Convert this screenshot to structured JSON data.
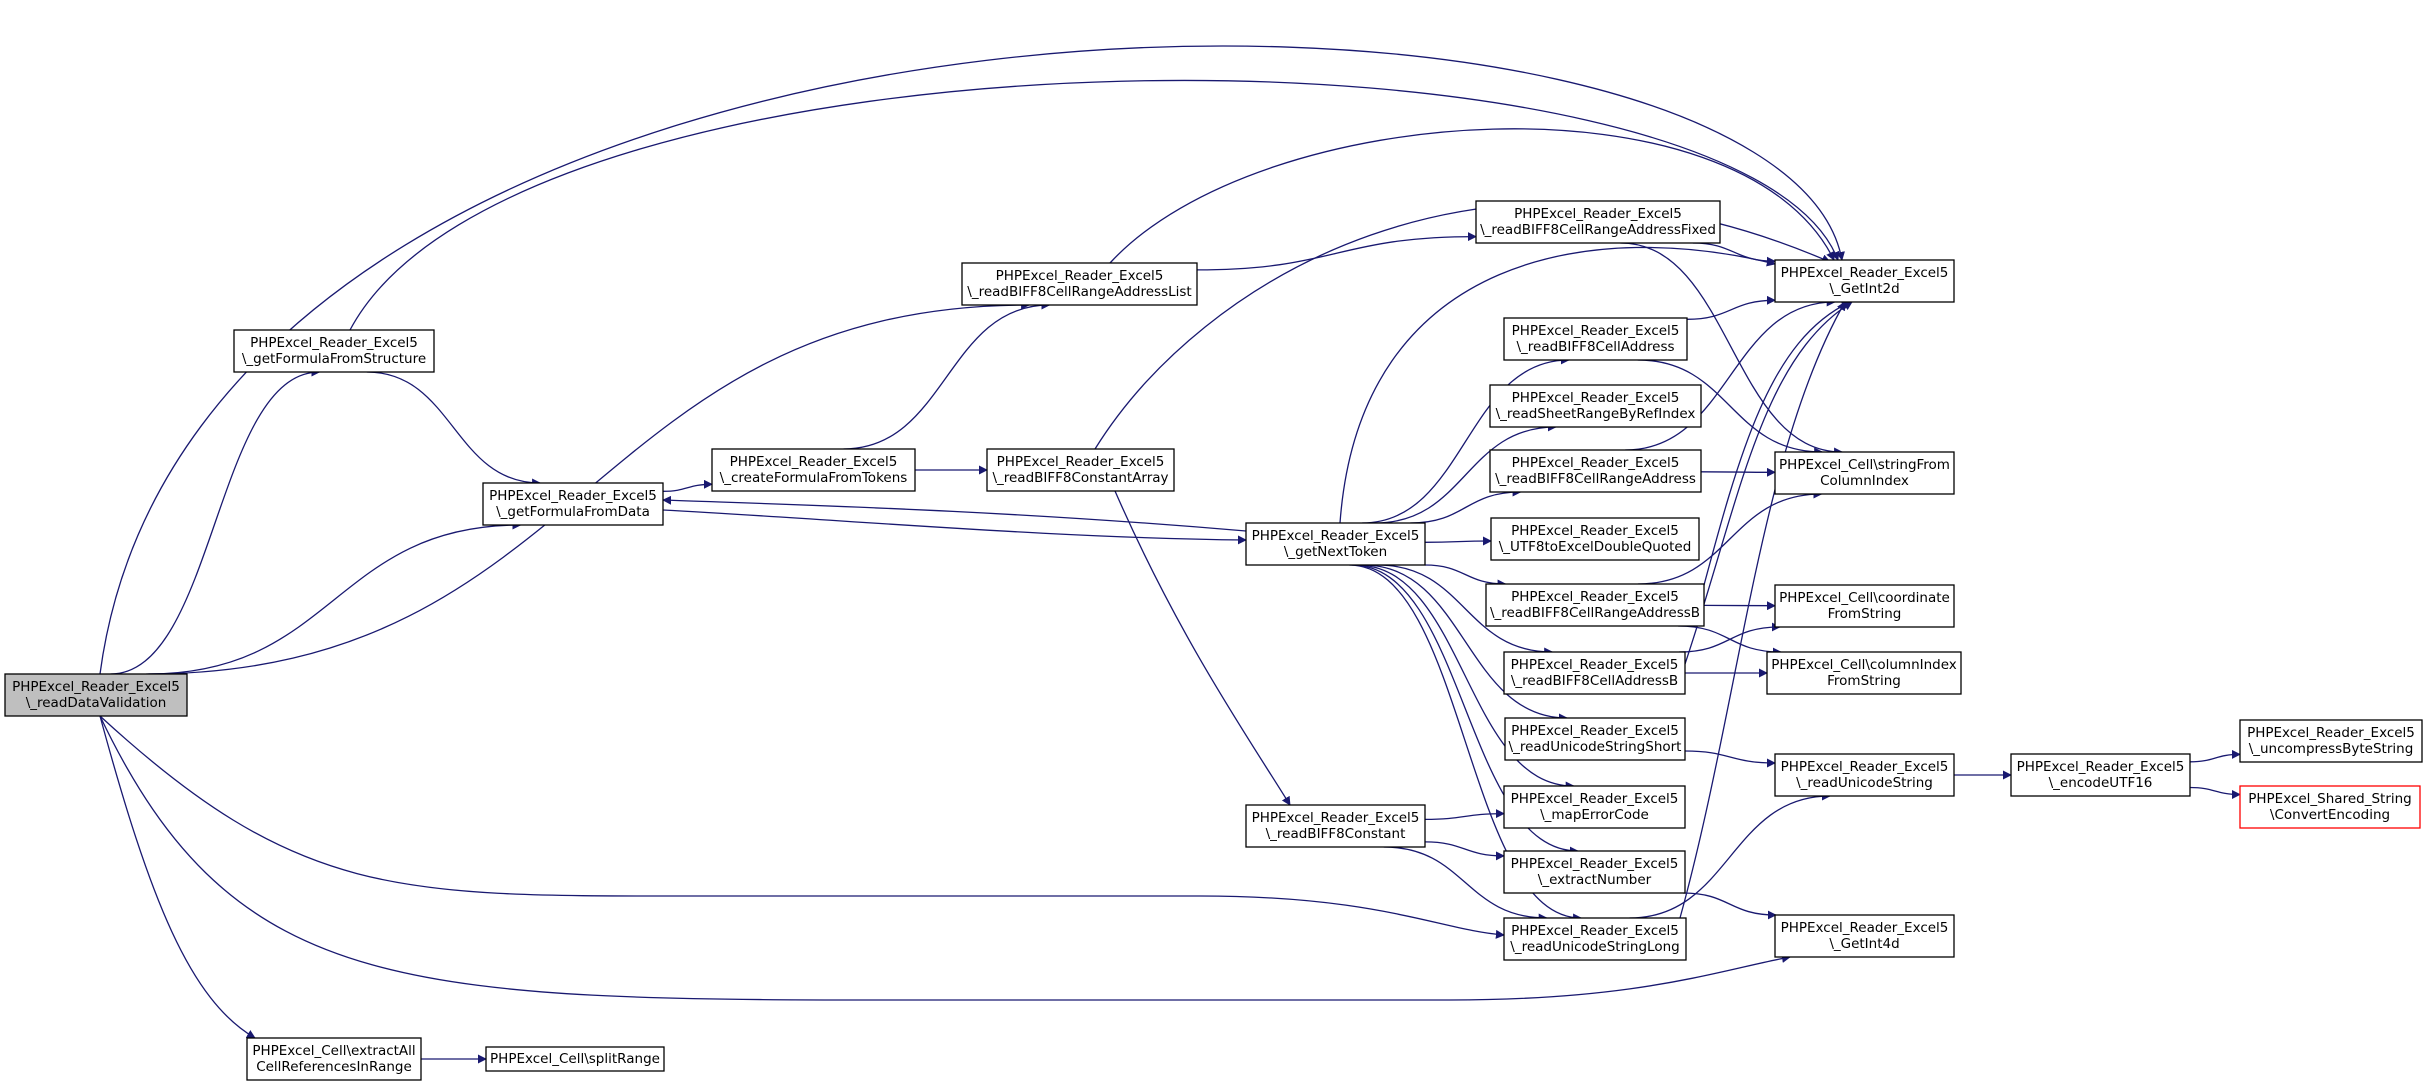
{
  "colors": {
    "edge": "#191970",
    "node_border": "#000000",
    "root_fill": "#bfbfbf",
    "highlight_border": "#ff0000",
    "node_fill": "#ffffff"
  },
  "nodes": [
    {
      "id": "root",
      "lines": [
        "PHPExcel_Reader_Excel5",
        "\\_readDataValidation"
      ],
      "style": "root"
    },
    {
      "id": "gffs",
      "lines": [
        "PHPExcel_Reader_Excel5",
        "\\_getFormulaFromStructure"
      ]
    },
    {
      "id": "gffd",
      "lines": [
        "PHPExcel_Reader_Excel5",
        "\\_getFormulaFromData"
      ]
    },
    {
      "id": "cfft",
      "lines": [
        "PHPExcel_Reader_Excel5",
        "\\_createFormulaFromTokens"
      ]
    },
    {
      "id": "rbcal",
      "lines": [
        "PHPExcel_Reader_Excel5",
        "\\_readBIFF8CellRangeAddressList"
      ]
    },
    {
      "id": "rbca",
      "lines": [
        "PHPExcel_Reader_Excel5",
        "\\_readBIFF8ConstantArray"
      ]
    },
    {
      "id": "gnt",
      "lines": [
        "PHPExcel_Reader_Excel5",
        "\\_getNextToken"
      ]
    },
    {
      "id": "rbc",
      "lines": [
        "PHPExcel_Reader_Excel5",
        "\\_readBIFF8Constant"
      ]
    },
    {
      "id": "rbcraf",
      "lines": [
        "PHPExcel_Reader_Excel5",
        "\\_readBIFF8CellRangeAddressFixed"
      ]
    },
    {
      "id": "rbcad",
      "lines": [
        "PHPExcel_Reader_Excel5",
        "\\_readBIFF8CellAddress"
      ]
    },
    {
      "id": "rsrb",
      "lines": [
        "PHPExcel_Reader_Excel5",
        "\\_readSheetRangeByRefIndex"
      ]
    },
    {
      "id": "rbcra",
      "lines": [
        "PHPExcel_Reader_Excel5",
        "\\_readBIFF8CellRangeAddress"
      ]
    },
    {
      "id": "utf8",
      "lines": [
        "PHPExcel_Reader_Excel5",
        "\\_UTF8toExcelDoubleQuoted"
      ]
    },
    {
      "id": "rbcrab",
      "lines": [
        "PHPExcel_Reader_Excel5",
        "\\_readBIFF8CellRangeAddressB"
      ]
    },
    {
      "id": "rbcab",
      "lines": [
        "PHPExcel_Reader_Excel5",
        "\\_readBIFF8CellAddressB"
      ]
    },
    {
      "id": "russ",
      "lines": [
        "PHPExcel_Reader_Excel5",
        "\\_readUnicodeStringShort"
      ]
    },
    {
      "id": "mec",
      "lines": [
        "PHPExcel_Reader_Excel5",
        "\\_mapErrorCode"
      ]
    },
    {
      "id": "exn",
      "lines": [
        "PHPExcel_Reader_Excel5",
        "\\_extractNumber"
      ]
    },
    {
      "id": "rusl",
      "lines": [
        "PHPExcel_Reader_Excel5",
        "\\_readUnicodeStringLong"
      ]
    },
    {
      "id": "gi2d",
      "lines": [
        "PHPExcel_Reader_Excel5",
        "\\_GetInt2d"
      ]
    },
    {
      "id": "sfci",
      "lines": [
        "PHPExcel_Cell\\stringFrom",
        "ColumnIndex"
      ]
    },
    {
      "id": "cfs",
      "lines": [
        "PHPExcel_Cell\\coordinate",
        "FromString"
      ]
    },
    {
      "id": "cifs",
      "lines": [
        "PHPExcel_Cell\\columnIndex",
        "FromString"
      ]
    },
    {
      "id": "rus",
      "lines": [
        "PHPExcel_Reader_Excel5",
        "\\_readUnicodeString"
      ]
    },
    {
      "id": "gi4d",
      "lines": [
        "PHPExcel_Reader_Excel5",
        "\\_GetInt4d"
      ]
    },
    {
      "id": "eutf",
      "lines": [
        "PHPExcel_Reader_Excel5",
        "\\_encodeUTF16"
      ]
    },
    {
      "id": "ubs",
      "lines": [
        "PHPExcel_Reader_Excel5",
        "\\_uncompressByteString"
      ]
    },
    {
      "id": "sce",
      "lines": [
        "PHPExcel_Shared_String",
        "\\ConvertEncoding"
      ],
      "style": "highlight"
    },
    {
      "id": "eacr",
      "lines": [
        "PHPExcel_Cell\\extractAll",
        "CellReferencesInRange"
      ]
    },
    {
      "id": "split",
      "lines": [
        "PHPExcel_Cell\\splitRange"
      ]
    }
  ],
  "edges": [
    [
      "root",
      "gffs"
    ],
    [
      "root",
      "rbcal"
    ],
    [
      "root",
      "gffd"
    ],
    [
      "root",
      "gi2d"
    ],
    [
      "root",
      "gi4d"
    ],
    [
      "root",
      "rusl"
    ],
    [
      "root",
      "eacr"
    ],
    [
      "gffs",
      "gffd"
    ],
    [
      "gffs",
      "gi2d"
    ],
    [
      "gffd",
      "cfft"
    ],
    [
      "gffd",
      "gnt"
    ],
    [
      "cfft",
      "rbcal"
    ],
    [
      "cfft",
      "rbca"
    ],
    [
      "rbcal",
      "rbcraf"
    ],
    [
      "rbcal",
      "gi2d"
    ],
    [
      "rbca",
      "gi2d"
    ],
    [
      "rbca",
      "rbc"
    ],
    [
      "gnt",
      "gffd"
    ],
    [
      "gnt",
      "gi2d"
    ],
    [
      "gnt",
      "rbcad"
    ],
    [
      "gnt",
      "rsrb"
    ],
    [
      "gnt",
      "rbcra"
    ],
    [
      "gnt",
      "utf8"
    ],
    [
      "gnt",
      "rbcrab"
    ],
    [
      "gnt",
      "rbcab"
    ],
    [
      "gnt",
      "russ"
    ],
    [
      "gnt",
      "mec"
    ],
    [
      "gnt",
      "exn"
    ],
    [
      "gnt",
      "rusl"
    ],
    [
      "rbc",
      "mec"
    ],
    [
      "rbc",
      "exn"
    ],
    [
      "rbc",
      "rusl"
    ],
    [
      "rbcraf",
      "gi2d"
    ],
    [
      "rbcraf",
      "sfci"
    ],
    [
      "rbcad",
      "gi2d"
    ],
    [
      "rbcad",
      "sfci"
    ],
    [
      "rbcra",
      "gi2d"
    ],
    [
      "rbcra",
      "sfci"
    ],
    [
      "rbcrab",
      "gi2d"
    ],
    [
      "rbcrab",
      "sfci"
    ],
    [
      "rbcrab",
      "cfs"
    ],
    [
      "rbcrab",
      "cifs"
    ],
    [
      "rbcab",
      "gi2d"
    ],
    [
      "rbcab",
      "cfs"
    ],
    [
      "rbcab",
      "cifs"
    ],
    [
      "russ",
      "rus"
    ],
    [
      "exn",
      "gi4d"
    ],
    [
      "rusl",
      "gi2d"
    ],
    [
      "rusl",
      "rus"
    ],
    [
      "rus",
      "eutf"
    ],
    [
      "eutf",
      "ubs"
    ],
    [
      "eutf",
      "sce"
    ],
    [
      "eacr",
      "split"
    ]
  ]
}
